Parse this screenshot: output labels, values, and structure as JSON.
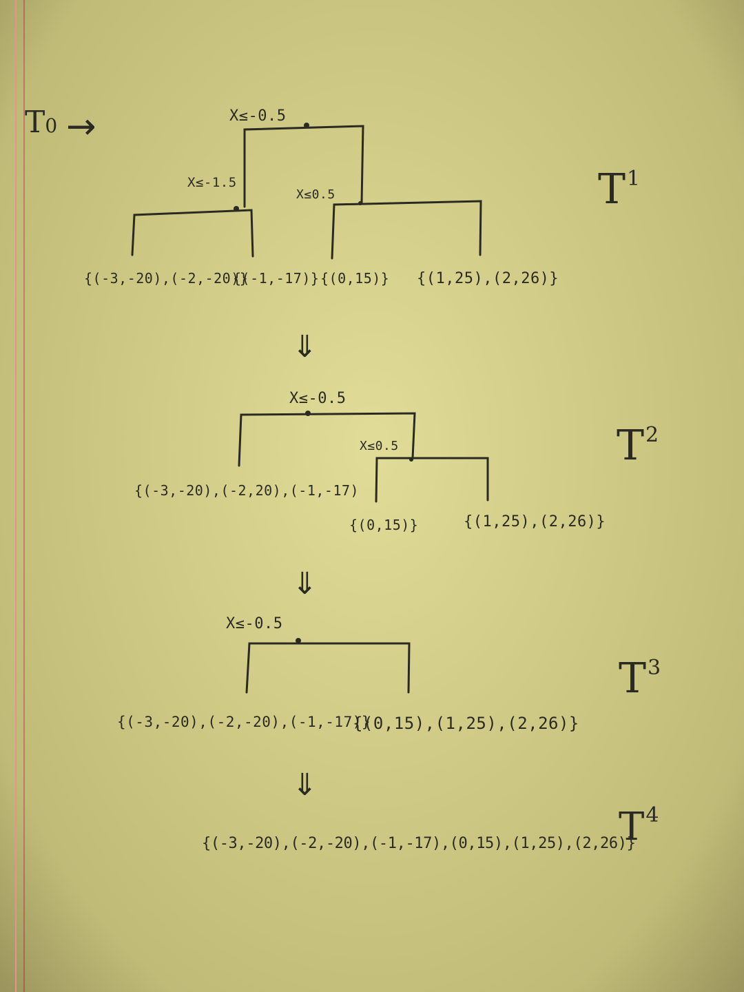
{
  "start": {
    "label": "T",
    "sub": "0",
    "arrow": "→"
  },
  "step_arrow": "⇓",
  "trees": [
    {
      "id": "T",
      "sup": "1",
      "splits": [
        "X≤-0.5",
        "X≤-1.5",
        "X≤0.5"
      ],
      "leaves": [
        "{(-3,-20),(-2,-20)}",
        "{(-1,-17)}",
        "{(0,15)}",
        "{(1,25),(2,26)}"
      ]
    },
    {
      "id": "T",
      "sup": "2",
      "splits": [
        "X≤-0.5",
        "X≤0.5"
      ],
      "leaves": [
        "{(-3,-20),(-2,20),(-1,-17)",
        "{(0,15)}",
        "{(1,25),(2,26)}"
      ]
    },
    {
      "id": "T",
      "sup": "3",
      "splits": [
        "X≤-0.5"
      ],
      "leaves": [
        "{(-3,-20),(-2,-20),(-1,-17)}",
        "{(0,15),(1,25),(2,26)}"
      ]
    },
    {
      "id": "T",
      "sup": "4",
      "leaves": [
        "{(-3,-20),(-2,-20),(-1,-17),(0,15),(1,25),(2,26)}"
      ]
    }
  ]
}
